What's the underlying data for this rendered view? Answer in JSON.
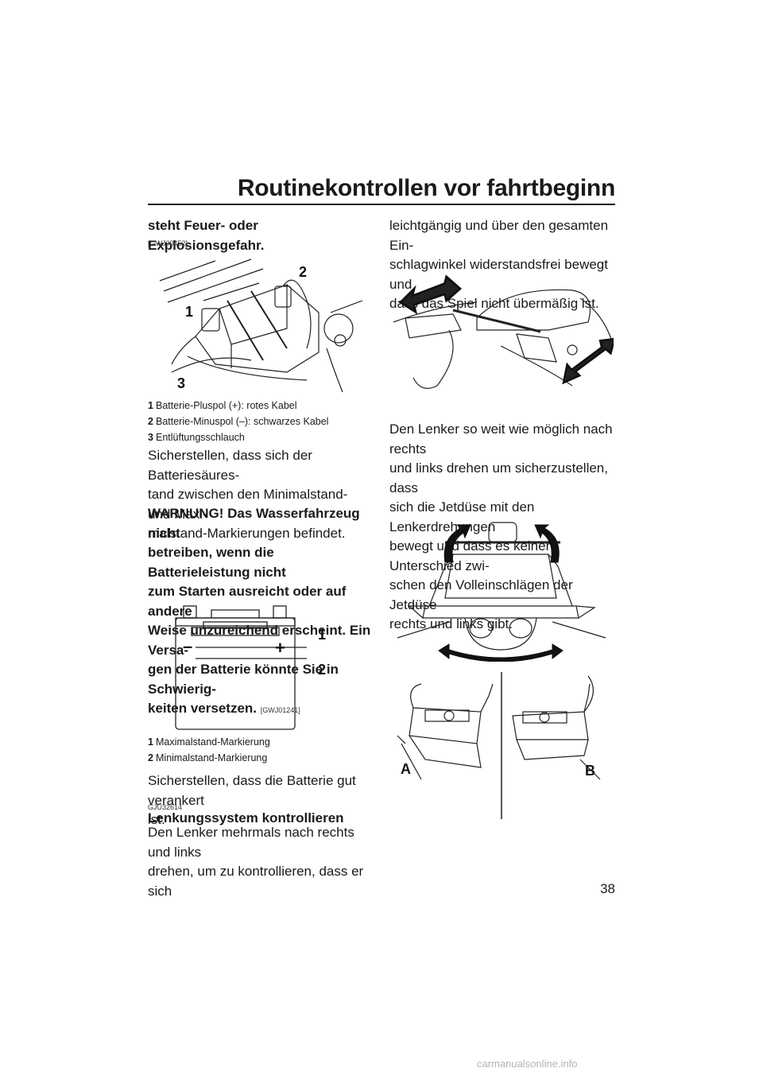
{
  "header": {
    "title": "Routinekontrollen vor fahrtbeginn"
  },
  "page_number": "38",
  "left": {
    "p1_bold": "steht Feuer- oder Explosionsgefahr.",
    "code1": "[GWJ00452]",
    "fig1_labels": {
      "l1": "1",
      "l2": "2",
      "l3": "3"
    },
    "fig1_captions": [
      {
        "num": "1",
        "text": "Batterie-Pluspol (+): rotes Kabel"
      },
      {
        "num": "2",
        "text": "Batterie-Minuspol (–): schwarzes Kabel"
      },
      {
        "num": "3",
        "text": "Entlüftungsschlauch"
      }
    ],
    "para2_lines": [
      "Sicherstellen, dass sich der Batteriesäures-",
      "tand zwischen den Minimalstand- und Maxi-",
      "malstand-Markierungen befindet."
    ],
    "warning_lines": [
      "WARNUNG! Das Wasserfahrzeug nicht",
      "betreiben, wenn die Batterieleistung nicht",
      "zum Starten ausreicht oder auf andere",
      "Weise unzureichend erscheint. Ein Versa-",
      "gen der Batterie könnte Sie in Schwierig-",
      "keiten versetzen."
    ],
    "warning_code": "[GWJ01241]",
    "fig2_labels": {
      "minus": "–",
      "plus": "+",
      "l1": "1",
      "l2": "2"
    },
    "fig2_captions": [
      {
        "num": "1",
        "text": "Maximalstand-Markierung"
      },
      {
        "num": "2",
        "text": "Minimalstand-Markierung"
      }
    ],
    "para3_lines": [
      "Sicherstellen, dass die Batterie gut verankert",
      "ist."
    ],
    "code2": "GJU32614",
    "section_title": "Lenkungssystem kontrollieren",
    "para4_lines": [
      "Den Lenker mehrmals nach rechts und links",
      "drehen, um zu kontrollieren, dass er sich"
    ]
  },
  "right": {
    "para1_lines": [
      "leichtgängig und über den gesamten Ein-",
      "schlagwinkel widerstandsfrei bewegt und",
      "dass das Spiel nicht übermäßig ist."
    ],
    "para2_lines": [
      "Den Lenker so weit wie möglich nach rechts",
      "und links drehen um sicherzustellen, dass",
      "sich die Jetdüse mit den Lenkerdrehungen",
      "bewegt und dass es keinen Unterschied zwi-",
      "schen den Volleinschlägen der Jetdüse",
      "rechts und links gibt."
    ],
    "fig5_labels": {
      "a": "A",
      "b": "B"
    }
  },
  "footer": {
    "watermark": "carmanualsonline.info"
  }
}
